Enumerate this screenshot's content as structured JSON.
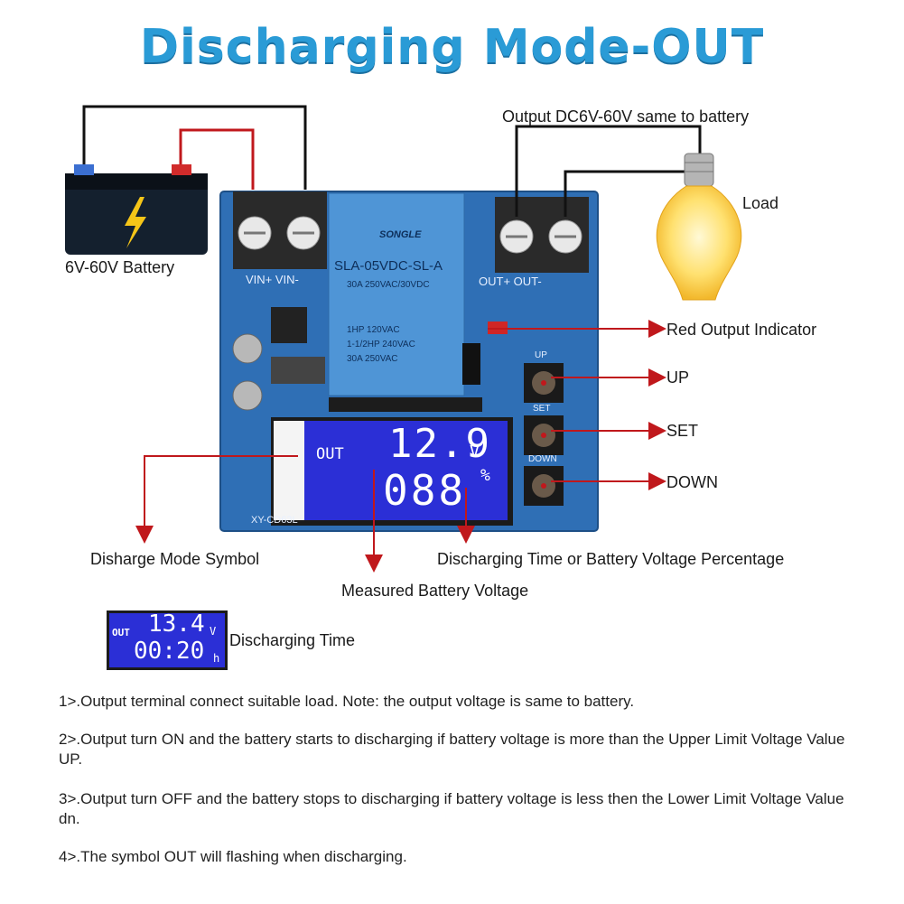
{
  "title": "Discharging Mode-OUT",
  "labels": {
    "battery": "6V-60V Battery",
    "output": "Output DC6V-60V same to battery",
    "load": "Load",
    "red_indicator": "Red Output Indicator",
    "up": "UP",
    "set": "SET",
    "down": "DOWN",
    "discharge_symbol": "Disharge Mode Symbol",
    "time_or_percent": "Discharging Time or Battery Voltage Percentage",
    "measured_voltage": "Measured Battery Voltage",
    "discharging_time": "Discharging Time"
  },
  "board": {
    "vin_label": "VIN+ VIN-",
    "out_label": "OUT+ OUT-",
    "relay_brand": "SONGLE",
    "relay_model": "SLA-05VDC-SL-A",
    "relay_spec1": "30A 250VAC/30VDC",
    "relay_spec2": "1HP 120VAC",
    "relay_spec3": "1-1/2HP 240VAC",
    "relay_spec4": "30A 250VAC",
    "model": "XY-CD63L",
    "btn_up": "UP",
    "btn_set": "SET",
    "btn_down": "DOWN"
  },
  "lcd_main": {
    "out": "OUT",
    "voltage": "12.9",
    "v_unit": "V",
    "percent": "088",
    "pct_unit": "%"
  },
  "lcd_small": {
    "out": "OUT",
    "voltage": "13.4",
    "v_unit": "V",
    "time": "00:20",
    "time_unit": "h"
  },
  "notes": [
    "1>.Output terminal connect suitable load. Note: the output voltage is same to battery.",
    "2>.Output turn ON and the battery starts to discharging if battery voltage is more than the Upper Limit Voltage Value UP.",
    "3>.Output turn OFF and the battery stops to discharging if battery voltage is less then the Lower Limit Voltage Value dn.",
    "4>.The symbol OUT will flashing when discharging."
  ],
  "colors": {
    "title": "#2a9bd6",
    "board": "#2f6fb5",
    "lcd": "#2b2fd6",
    "arrow": "#c0181c"
  }
}
